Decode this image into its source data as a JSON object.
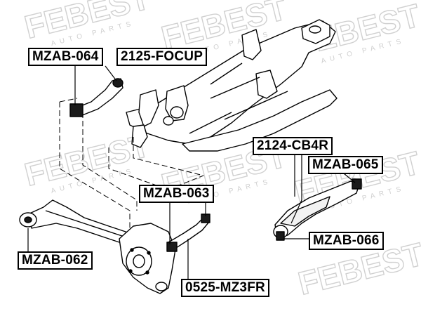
{
  "watermark": {
    "brand": "FEBEST",
    "tagline": "AUTO PARTS",
    "color": "#c8c8c8"
  },
  "callouts": {
    "mzab_064": "MZAB-064",
    "c2125_focup": "2125-FOCUP",
    "c2124_cb4r": "2124-CB4R",
    "mzab_065": "MZAB-065",
    "mzab_063": "MZAB-063",
    "mzab_062": "MZAB-062",
    "mzab_066": "MZAB-066",
    "c0525_mz3fr": "0525-MZ3FR"
  },
  "colors": {
    "line": "#000000",
    "background": "#ffffff",
    "bushing": "#1a1a1a"
  }
}
